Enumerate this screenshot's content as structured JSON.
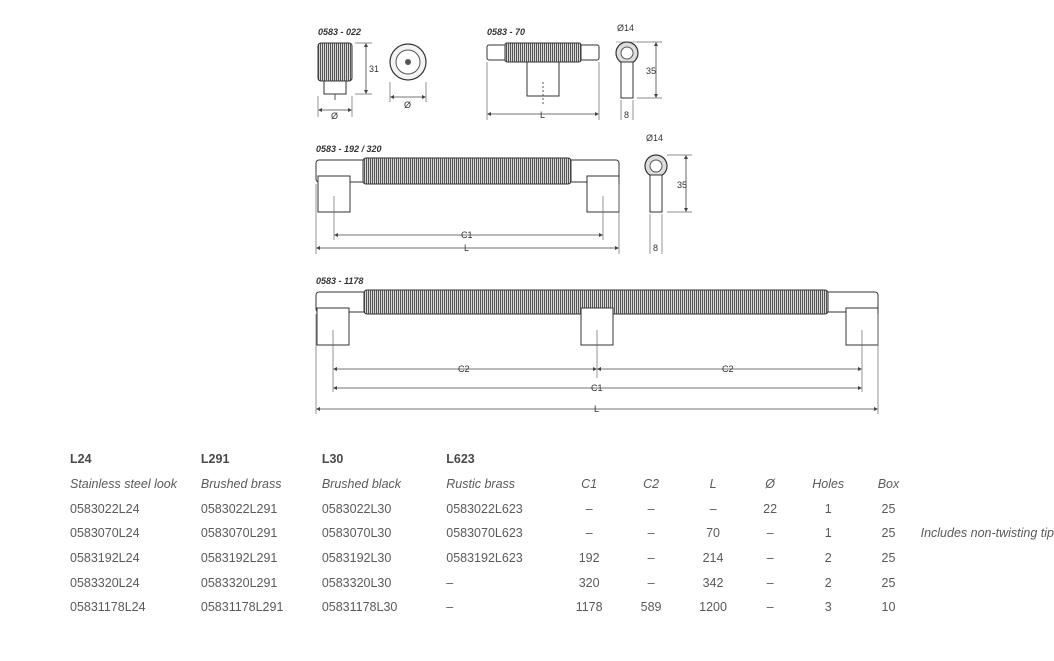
{
  "drawings": {
    "knob": {
      "code": "0583 - 022",
      "height_label": "31",
      "dia_label": "Ø",
      "side_dia_label": "Ø"
    },
    "t_handle": {
      "code": "0583 - 70",
      "L_label": "L",
      "dia_label": "Ø14",
      "height_label": "35",
      "depth_label": "8"
    },
    "handle_192_320": {
      "code": "0583 - 192 / 320",
      "C1_label": "C1",
      "L_label": "L",
      "dia_label": "Ø14",
      "height_label": "35",
      "depth_label": "8"
    },
    "handle_1178": {
      "code": "0583 - 1178",
      "C2_label": "C2",
      "C1_label": "C1",
      "L_label": "L"
    }
  },
  "table": {
    "headers": [
      "L24",
      "L291",
      "L30",
      "L623"
    ],
    "subheaders": [
      "Stainless steel look",
      "Brushed brass",
      "Brushed black",
      "Rustic brass",
      "C1",
      "C2",
      "L",
      "Ø",
      "Holes",
      "Box"
    ],
    "rows": [
      [
        "0583022L24",
        "0583022L291",
        "0583022L30",
        "0583022L623",
        "–",
        "–",
        "–",
        "22",
        "1",
        "25",
        ""
      ],
      [
        "0583070L24",
        "0583070L291",
        "0583070L30",
        "0583070L623",
        "–",
        "–",
        "70",
        "–",
        "1",
        "25",
        "Includes non-twisting tip"
      ],
      [
        "0583192L24",
        "0583192L291",
        "0583192L30",
        "0583192L623",
        "192",
        "–",
        "214",
        "–",
        "2",
        "25",
        ""
      ],
      [
        "0583320L24",
        "0583320L291",
        "0583320L30",
        "–",
        "320",
        "–",
        "342",
        "–",
        "2",
        "25",
        ""
      ],
      [
        "05831178L24",
        "05831178L291",
        "05831178L30",
        "–",
        "1178",
        "589",
        "1200",
        "–",
        "3",
        "10",
        ""
      ]
    ]
  }
}
